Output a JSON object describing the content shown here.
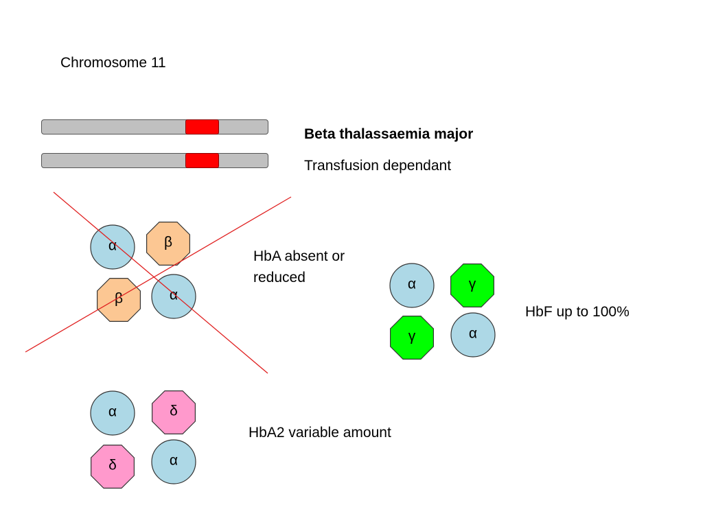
{
  "title": "Chromosome 11",
  "condition": {
    "name": "Beta thalassaemia major",
    "note": "Transfusion dependant"
  },
  "colors": {
    "alpha": "#add8e6",
    "beta": "#fcc793",
    "gamma": "#00ff00",
    "delta": "#ff99cc",
    "gene": "#ff0000",
    "chromosome": "#c0c0c0",
    "cross": "#e02020"
  },
  "groups": {
    "hba": {
      "label_line1": "HbA absent or",
      "label_line2": "reduced",
      "subunits": [
        {
          "symbol": "α",
          "shape": "circle"
        },
        {
          "symbol": "β",
          "shape": "octagon"
        },
        {
          "symbol": "β",
          "shape": "octagon"
        },
        {
          "symbol": "α",
          "shape": "circle"
        }
      ],
      "crossed_out": true
    },
    "hbf": {
      "label": "HbF up to 100%",
      "subunits": [
        {
          "symbol": "α",
          "shape": "circle"
        },
        {
          "symbol": "γ",
          "shape": "octagon"
        },
        {
          "symbol": "γ",
          "shape": "octagon"
        },
        {
          "symbol": "α",
          "shape": "circle"
        }
      ]
    },
    "hba2": {
      "label": "HbA2 variable amount",
      "subunits": [
        {
          "symbol": "α",
          "shape": "circle"
        },
        {
          "symbol": "δ",
          "shape": "octagon"
        },
        {
          "symbol": "δ",
          "shape": "octagon"
        },
        {
          "symbol": "α",
          "shape": "circle"
        }
      ]
    }
  }
}
